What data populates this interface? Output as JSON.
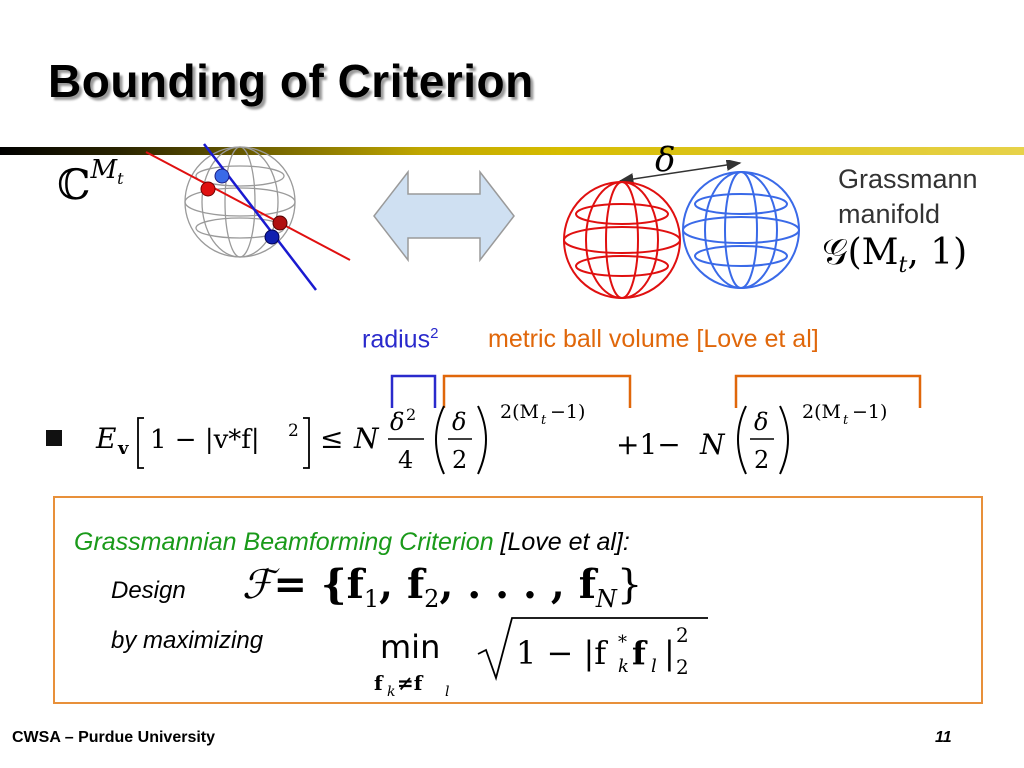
{
  "title": "Bounding of Criterion",
  "top_left_math": {
    "base": "ℂ",
    "exponent": "M",
    "exponent_sub": "t"
  },
  "delta_symbol": "δ",
  "grassmann": {
    "line1": "Grassmann",
    "line2": "manifold",
    "notation": "𝒢(M",
    "notation_sub": "t",
    "notation_tail": ", 1)"
  },
  "labels": {
    "radius": "radius",
    "radius_sup": "2",
    "metric": "metric ball volume [Love et al]"
  },
  "formula": {
    "E": "E",
    "E_sub": "v",
    "bracket_content": "1 − |v*f|",
    "bracket_exp": "2",
    "leq": "≤",
    "N": "N",
    "frac_num": "δ",
    "frac_num_exp": "2",
    "frac_den": "4",
    "paren_num": "δ",
    "paren_den": "2",
    "power": "2(M",
    "power_sub": "t",
    "power_tail": "−1)",
    "plus_one_minus": "+1−",
    "N2": "N",
    "paren2_num": "δ",
    "paren2_den": "2",
    "power2": "2(M",
    "power2_sub": "t",
    "power2_tail": "−1)"
  },
  "criterion": {
    "name": "Grassmannian Beamforming Criterion",
    "ref": " [Love et al]:",
    "design_label": "Design",
    "by_max_label": "by maximizing",
    "set_F": "ℱ",
    "set_eq": "= {f",
    "set_body": "1",
    "set_mid": ", f",
    "set_body2": "2",
    "set_dots": ", . . . , f",
    "set_N": "N",
    "set_close": "}",
    "min_word": "min",
    "min_sub": "f",
    "min_sub_k": "k",
    "min_sub_ne": "≠f",
    "min_sub_l": "l",
    "sqrt_content": "1 − |f",
    "sqrt_k": "k",
    "sqrt_star": "*",
    "sqrt_f": "f",
    "sqrt_l": "l",
    "sqrt_close": "|",
    "sqrt_exp": "2",
    "sqrt_sub": "2"
  },
  "footer": {
    "left": "CWSA – Purdue University",
    "page": "11"
  },
  "colors": {
    "title_rule": "#d6bc00",
    "red_sphere": "#e01010",
    "blue_sphere": "#3a6ae8",
    "arrow_fill": "#cfe0f2",
    "radius_blue": "#2a2acc",
    "metric_orange": "#e0670a",
    "criterion_green": "#1a9a1a",
    "box_border": "#e8903a"
  }
}
